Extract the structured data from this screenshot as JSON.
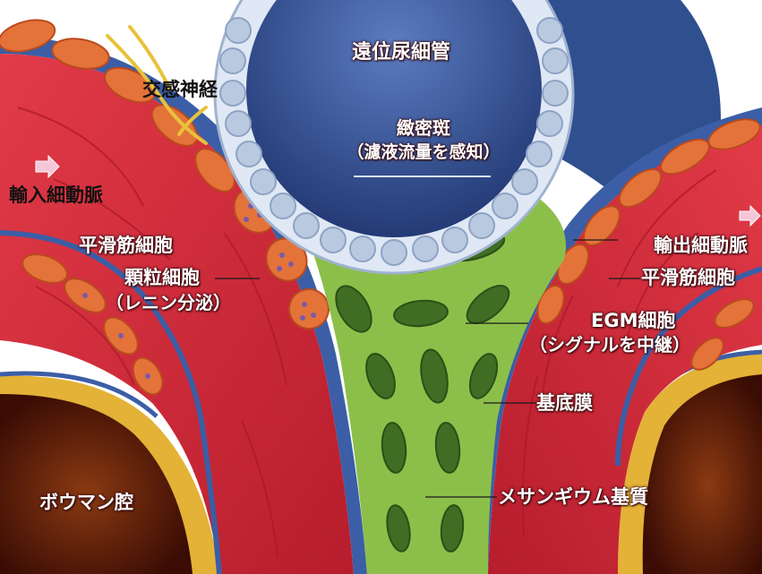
{
  "labels": {
    "distal_tubule": "遠位尿細管",
    "macula_densa": "緻密斑",
    "macula_densa_note": "（濾液流量を感知）",
    "sympathetic_nerve": "交感神経",
    "afferent_arteriole": "輸入細動脈",
    "smooth_muscle_left": "平滑筋細胞",
    "granular_cell": "顆粒細胞",
    "granular_cell_note": "（レニン分泌）",
    "efferent_arteriole": "輸出細動脈",
    "smooth_muscle_right": "平滑筋細胞",
    "egm_cell": "EGM細胞",
    "egm_cell_note": "（シグナルを中継）",
    "basement_membrane": "基底膜",
    "bowman_space": "ボウマン腔",
    "mesangial_matrix": "メサンギウム基質"
  },
  "colors": {
    "tubule_lumen": "#2d4a86",
    "tubule_cells": "#dfe8f4",
    "arteriole_wall": "#d42a3a",
    "smooth_muscle": "#e4733a",
    "mesangium": "#8cbf4a",
    "mesangial_cells": "#3f6d24",
    "basement_membrane": "#3b5ea6",
    "bowman_capsule": "#e0b030",
    "bowman_space": "#7a2a10"
  }
}
